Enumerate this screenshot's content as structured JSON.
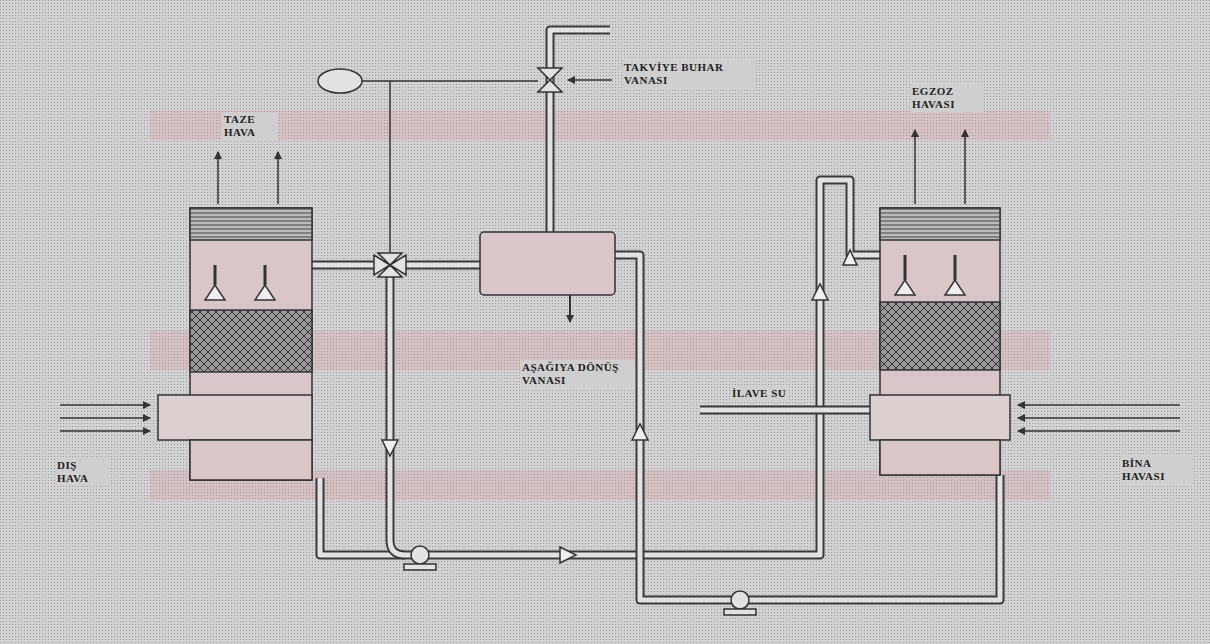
{
  "diagram": {
    "labels": [
      "TAZE HAVA",
      "EGZOZ HAVASI",
      "TAKVİYE BUHAR VANASI",
      "İLAVE SU",
      "AŞAĞIYA DÖNÜŞ VANASI",
      "DIŞ HAVA",
      "BİNA HAVASI"
    ]
  }
}
